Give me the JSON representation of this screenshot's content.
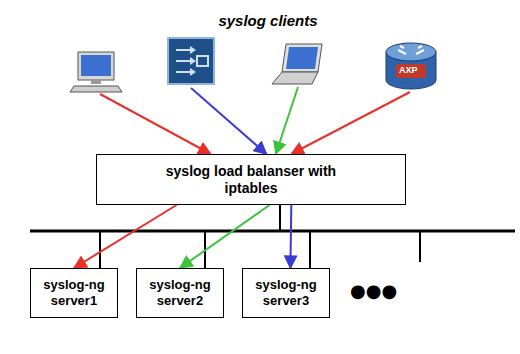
{
  "diagram": {
    "nodes": [
      {
        "text": [
          "syslog clients"
        ]
      },
      {
        "text": [
          "syslog load balanser with iptables"
        ]
      },
      {
        "text": [
          "syslog-ng server1"
        ]
      },
      {
        "text": [
          "syslog-ng server2"
        ]
      },
      {
        "text": [
          "syslog-ng server3"
        ]
      }
    ],
    "edges": [
      {
        "from": 0,
        "to": 1,
        "arrow": "to"
      },
      {
        "from": 0,
        "to": 1,
        "arrow": "to"
      },
      {
        "from": 0,
        "to": 1,
        "arrow": "to"
      },
      {
        "from": 0,
        "to": 1,
        "arrow": "to"
      },
      {
        "from": 1,
        "to": 2,
        "arrow": "to"
      },
      {
        "from": 1,
        "to": 3,
        "arrow": "to"
      },
      {
        "from": 1,
        "to": 4,
        "arrow": "to"
      }
    ],
    "labels": [
      "AXP",
      "●●●"
    ]
  }
}
